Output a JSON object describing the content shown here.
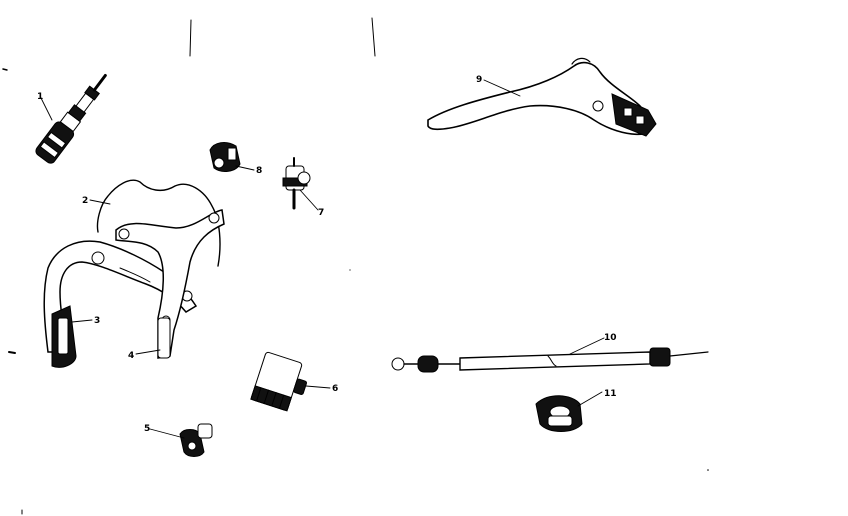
{
  "parts": [
    {
      "id": "part-1",
      "label": "1"
    },
    {
      "id": "part-2",
      "label": "2"
    },
    {
      "id": "part-3",
      "label": "3"
    },
    {
      "id": "part-4",
      "label": "4"
    },
    {
      "id": "part-5",
      "label": "5"
    },
    {
      "id": "part-6",
      "label": "6"
    },
    {
      "id": "part-7",
      "label": "7"
    },
    {
      "id": "part-8",
      "label": "8"
    },
    {
      "id": "part-9",
      "label": "9"
    },
    {
      "id": "part-10",
      "label": "10"
    },
    {
      "id": "part-11",
      "label": "11"
    }
  ],
  "colors": {
    "ink": "#000000",
    "paper": "#ffffff"
  }
}
